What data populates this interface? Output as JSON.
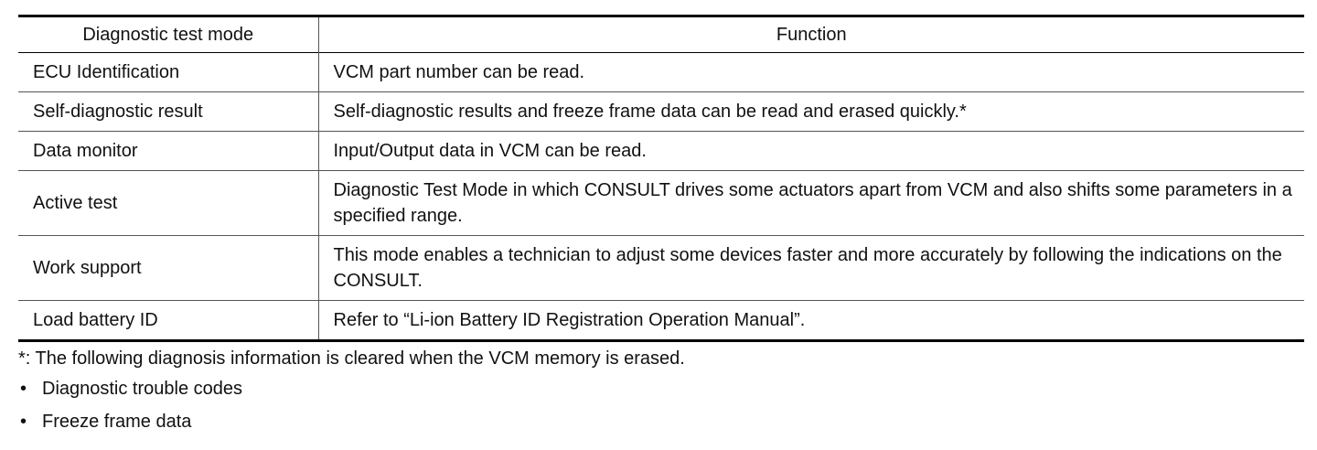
{
  "table": {
    "headers": [
      "Diagnostic test mode",
      "Function"
    ],
    "rows": [
      {
        "mode": "ECU Identification",
        "function": "VCM part number can be read."
      },
      {
        "mode": "Self-diagnostic result",
        "function": "Self-diagnostic results and freeze frame data can be read and erased quickly.*"
      },
      {
        "mode": "Data monitor",
        "function": "Input/Output data in VCM can be read."
      },
      {
        "mode": "Active test",
        "function": "Diagnostic Test Mode in which CONSULT drives some actuators apart from VCM and also shifts some parameters in a specified range."
      },
      {
        "mode": "Work support",
        "function": "This mode enables a technician to adjust some devices faster and more accurately by following the indications on the CONSULT."
      },
      {
        "mode": "Load battery ID",
        "function": "Refer to “Li-ion Battery ID Registration Operation Manual”."
      }
    ]
  },
  "footnote": {
    "text": "*: The following diagnosis information is cleared when the VCM memory is erased.",
    "bullet_symbol": "•",
    "items": [
      "Diagnostic trouble codes",
      "Freeze frame data"
    ]
  }
}
